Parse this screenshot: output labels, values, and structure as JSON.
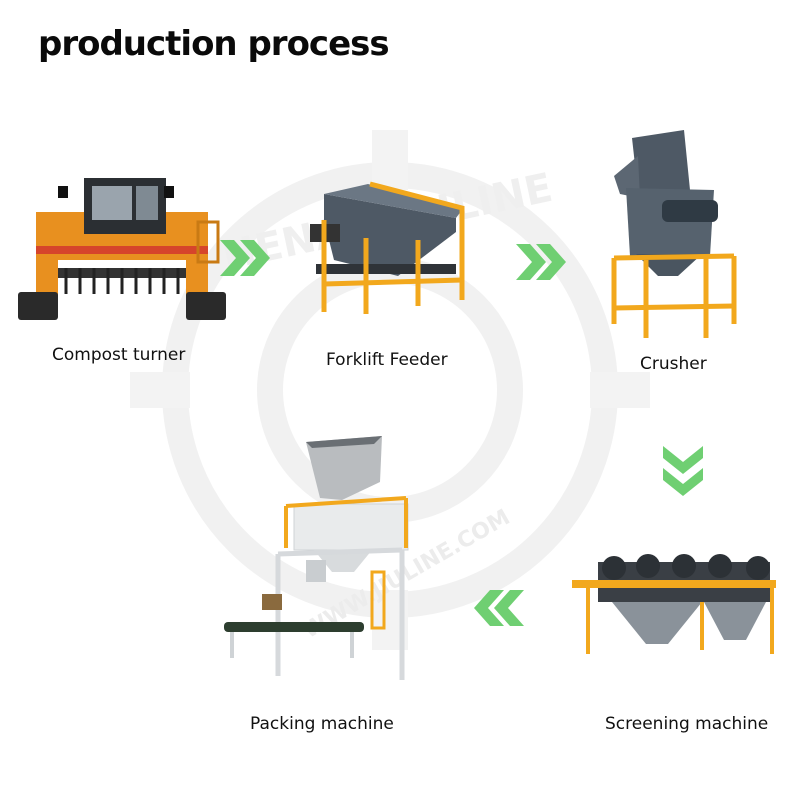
{
  "title": "production process",
  "watermark": {
    "brand_text": "HENAN JIULINE",
    "url_text": "WWW.JIULINE.COM"
  },
  "colors": {
    "arrow": "#6fcf72",
    "frame": "#f2a81d",
    "body": "#4e5965",
    "orange": "#e8901f"
  },
  "steps": [
    {
      "label": "Compost turner",
      "icon": "compost-turner-image"
    },
    {
      "label": "Forklift Feeder",
      "icon": "forklift-feeder-image"
    },
    {
      "label": "Crusher",
      "icon": "crusher-image"
    },
    {
      "label": "Screening machine",
      "icon": "screening-machine-image"
    },
    {
      "label": "Packing machine",
      "icon": "packing-machine-image"
    }
  ],
  "flow_arrows": [
    {
      "from": "Compost turner",
      "to": "Forklift Feeder",
      "direction": "right"
    },
    {
      "from": "Forklift Feeder",
      "to": "Crusher",
      "direction": "right"
    },
    {
      "from": "Crusher",
      "to": "Screening machine",
      "direction": "down"
    },
    {
      "from": "Screening machine",
      "to": "Packing machine",
      "direction": "left"
    }
  ]
}
